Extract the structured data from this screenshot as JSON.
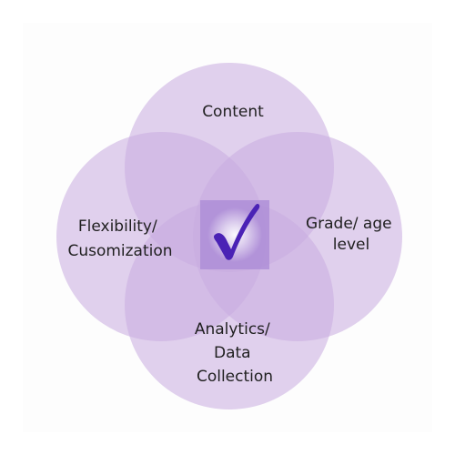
{
  "diagram": {
    "colors": {
      "circle": "#c8ace0",
      "center_square": "#a98ad6",
      "center_glow": "#ffffff",
      "checkmark": "#4a22b5",
      "text": "#1f1f1f"
    },
    "center_icon": "checkmark-icon",
    "circles": [
      {
        "name": "content",
        "label_lines": [
          "Content"
        ]
      },
      {
        "name": "grade-age-level",
        "label_lines": [
          "Grade/ age",
          "level"
        ]
      },
      {
        "name": "analytics-data-collection",
        "label_lines": [
          "Analytics/",
          "Data",
          "Collection"
        ]
      },
      {
        "name": "flexibility-customization",
        "label_lines": [
          "Flexibility/",
          "Cusomization"
        ]
      }
    ]
  }
}
